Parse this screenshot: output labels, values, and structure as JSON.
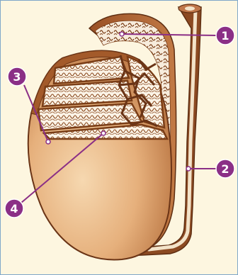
{
  "labels": [
    {
      "number": "1"
    },
    {
      "number": "2"
    },
    {
      "number": "3"
    },
    {
      "number": "4"
    }
  ],
  "colors": {
    "background": "#fdf6e0",
    "border": "#7fa7c9",
    "tunic": "#a35a2a",
    "testis_light": "#f0c89a",
    "testis_mid": "#d9a06a",
    "tubule_fill": "#fbf3e6",
    "tubule_line": "#8a4a1f",
    "callout_badge": "#8b2f86",
    "callout_line": "#8b2f86"
  }
}
